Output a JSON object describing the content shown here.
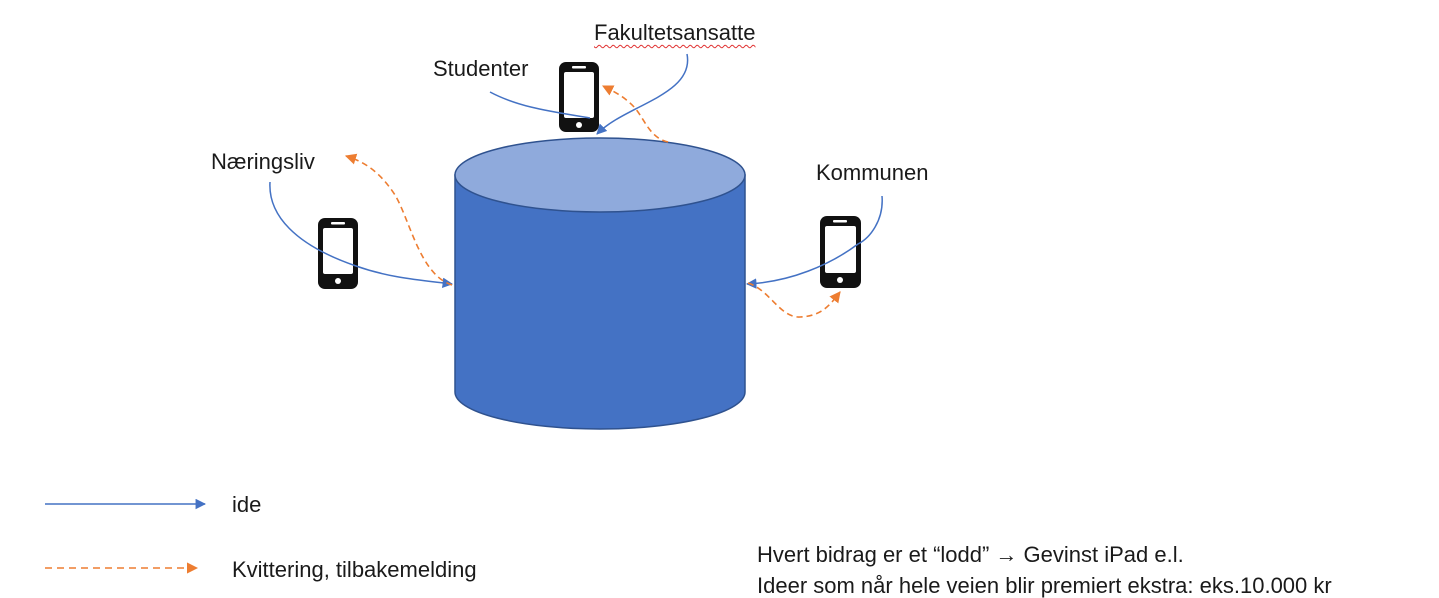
{
  "nodes": {
    "studenter": "Studenter",
    "fakultetsansatte": "Fakultetsansatte",
    "naeringsliv": "Næringsliv",
    "kommunen": "Kommunen"
  },
  "legend": {
    "idea_label": "ide",
    "receipt_label": "Kvittering, tilbakemelding"
  },
  "notes": {
    "line1": "Hvert bidrag er et “lodd” → Gevinst iPad e.l.",
    "line2": "Ideer som når hele veien blir premiert ekstra: eks.10.000 kr"
  },
  "colors": {
    "cylinder_body": "#4472c4",
    "cylinder_top": "#8faadc",
    "idea_arrow": "#4472c4",
    "receipt_arrow": "#ed7d31",
    "phone": "#111111",
    "spellcheck": "#e03030"
  },
  "icons": {
    "phone": "smartphone-icon",
    "database": "cylinder-database-icon"
  }
}
